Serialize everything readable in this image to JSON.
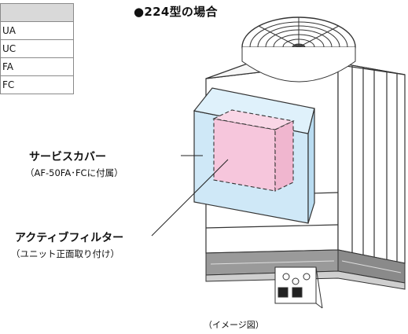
{
  "title": "●224型の場合",
  "table": {
    "rows": [
      "",
      "UA",
      "UC",
      "FA",
      "FC"
    ]
  },
  "labels": {
    "service_cover": "サービスカバー",
    "service_cover_note": "（AF-50FA･FCに付属）",
    "active_filter": "アクティブフィルター",
    "active_filter_note": "（ユニット正面取り付け）"
  },
  "caption": "（イメージ図）",
  "colors": {
    "service_cover_fill": "#cfe8f7",
    "filter_fill": "#f6c6dc",
    "outline": "#333333",
    "base": "#9a9a9a"
  }
}
